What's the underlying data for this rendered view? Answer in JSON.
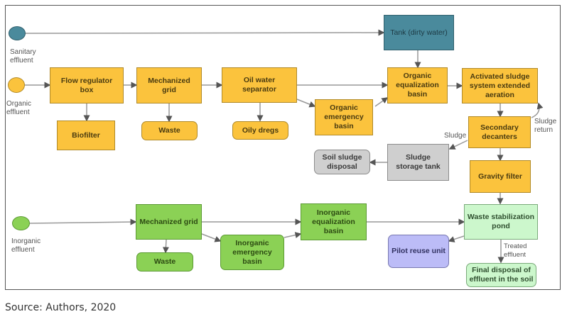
{
  "diagram": {
    "sources": {
      "sanitary": "Sanitary effluent",
      "organic": "Organic effluent",
      "inorganic": "Inorganic effluent"
    },
    "nodes": {
      "tank_dirty_water": "Tank (dirty water)",
      "flow_regulator_box": "Flow regulator box",
      "mechanized_grid_organic": "Mechanized grid",
      "oil_water_separator": "Oil water separator",
      "organic_equalization_basin": "Organic equalization basin",
      "activated_sludge": "Activated sludge system extended aeration",
      "biofilter": "Biofilter",
      "waste_organic": "Waste",
      "oily_dregs": "Oily dregs",
      "organic_emergency_basin": "Organic emergency basin",
      "secondary_decanters": "Secondary decanters",
      "soil_sludge_disposal": "Soil sludge disposal",
      "sludge_storage_tank": "Sludge storage tank",
      "gravity_filter": "Gravity filter",
      "mechanized_grid_inorganic": "Mechanized grid",
      "inorganic_equalization_basin": "Inorganic equalization basin",
      "waste_stabilization_pond": "Waste stabilization pond",
      "waste_inorganic": "Waste",
      "inorganic_emergency_basin": "Inorganic emergency basin",
      "pilot_reuse_unit": "Pilot reuse unit",
      "final_disposal": "Final disposal of effluent in the soil"
    },
    "edge_labels": {
      "sludge": "Sludge",
      "sludge_return": "Sludge return",
      "treated_effluent": "Treated effluent"
    },
    "colors": {
      "sanitary": "#4a8a9c",
      "organic": "#fbc33d",
      "inorganic": "#8bd155",
      "sludge": "#cfcfcf",
      "treated": "#ccf7cc",
      "reuse": "#bcbcf7"
    }
  },
  "caption": "Source: Authors, 2020"
}
